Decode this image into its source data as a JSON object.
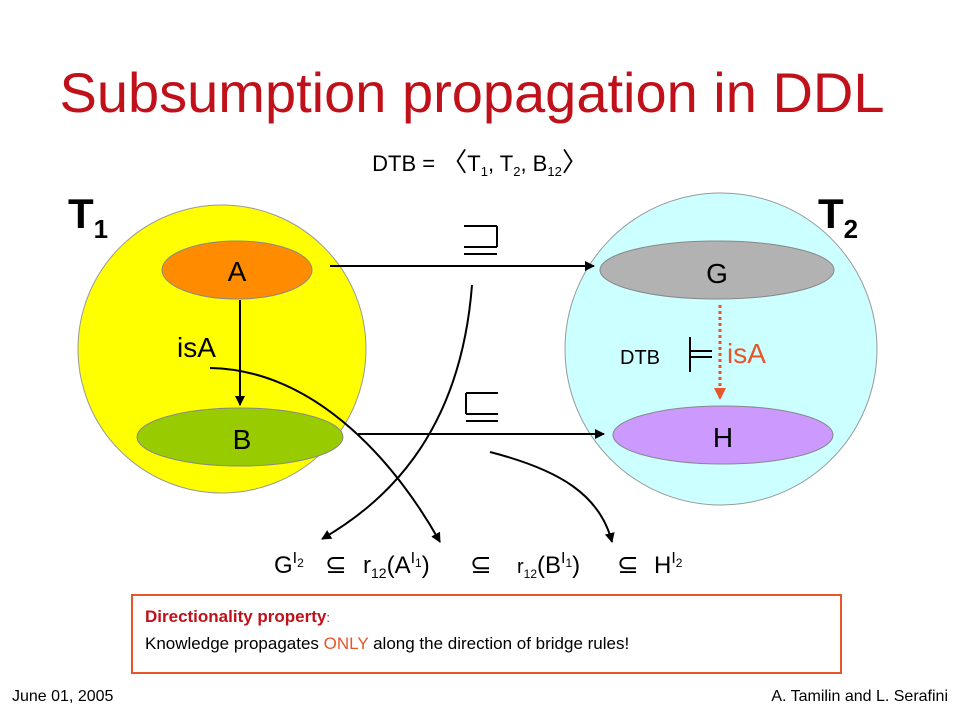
{
  "title": "Subsumption propagation in DDL",
  "dtb_def": {
    "prefix": "DTB = ",
    "t1": "T",
    "s1": "1",
    "sep1": ", T",
    "s2": "2",
    "sep2": ", B",
    "s12": "12"
  },
  "ontology1": {
    "name": "T",
    "sub": "1",
    "concept_top": "A",
    "concept_bottom": "B",
    "relation": "isA"
  },
  "ontology2": {
    "name": "T",
    "sub": "2",
    "concept_top": "G",
    "concept_bottom": "H",
    "relation": "isA",
    "derived_by": "DTB"
  },
  "formula": {
    "g": "G",
    "g_sup": "I",
    "g_sup_sub": "2",
    "r1": "r",
    "r1_sub": "12",
    "r1_open": "(A",
    "r1_sup": "I",
    "r1_sup_sub": "1",
    "r1_close": ")",
    "r2": "r",
    "r2_sub": "12",
    "r2_open": "(B",
    "r2_sup": "I",
    "r2_sup_sub": "1",
    "r2_close": ")",
    "h": "H",
    "h_sup": "I",
    "h_sup_sub": "2"
  },
  "property_box": {
    "title": "Directionality property",
    "colon": ":",
    "text_before": "Knowledge propagates ",
    "highlight": "ONLY",
    "text_after": " along the direction of bridge rules!"
  },
  "footer": {
    "date": "June 01, 2005",
    "authors": "A. Tamilin and L. Serafini"
  },
  "colors": {
    "title": "#c0101a",
    "t1_circle": "#ffff00",
    "t2_circle": "#ccffff",
    "concept_a": "#ff8c00",
    "concept_b": "#99cc00",
    "concept_g": "#b2b2b2",
    "concept_h": "#cc99ff",
    "derived_arrow": "#e8552a"
  }
}
